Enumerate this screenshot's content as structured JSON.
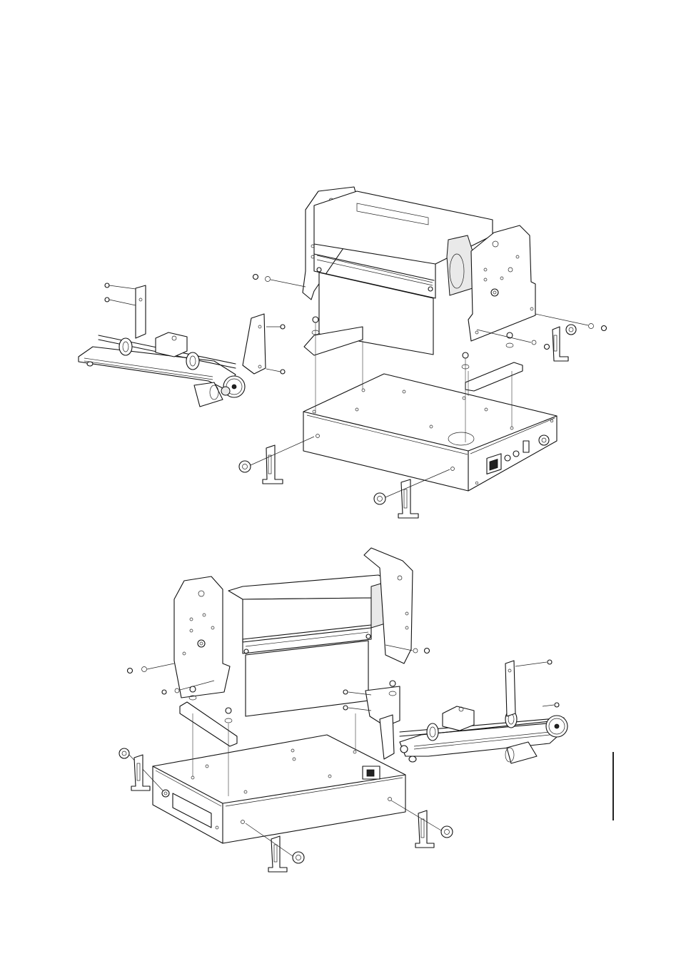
{
  "page": {
    "kind": "exploded assembly drawing",
    "views": [
      {
        "id": "upper",
        "description_visible": false
      },
      {
        "id": "lower",
        "description_visible": false
      }
    ]
  },
  "colors": {
    "line": "#111111",
    "background": "#ffffff",
    "shade": "#e9e9e9"
  }
}
